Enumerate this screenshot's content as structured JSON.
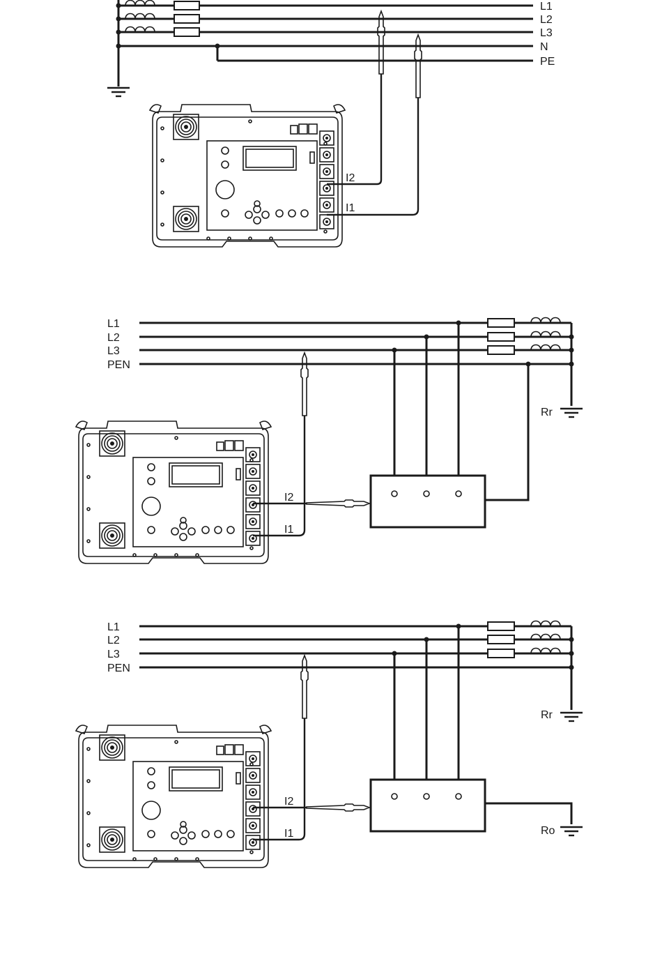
{
  "diagram1": {
    "line_labels": [
      "L1",
      "L2",
      "L3",
      "N",
      "PE"
    ],
    "lead_labels": [
      "I2",
      "I1"
    ]
  },
  "diagram2": {
    "line_labels": [
      "L1",
      "L2",
      "L3",
      "PEN"
    ],
    "ground_label": "Rr",
    "lead_labels": [
      "I2",
      "I1"
    ]
  },
  "diagram3": {
    "line_labels": [
      "L1",
      "L2",
      "L3",
      "PEN"
    ],
    "ground_label_top": "Rr",
    "ground_label_bottom": "Ro",
    "lead_labels": [
      "I2",
      "I1"
    ]
  },
  "colors": {
    "ink": "#1a1a1a",
    "background": "#ffffff"
  }
}
